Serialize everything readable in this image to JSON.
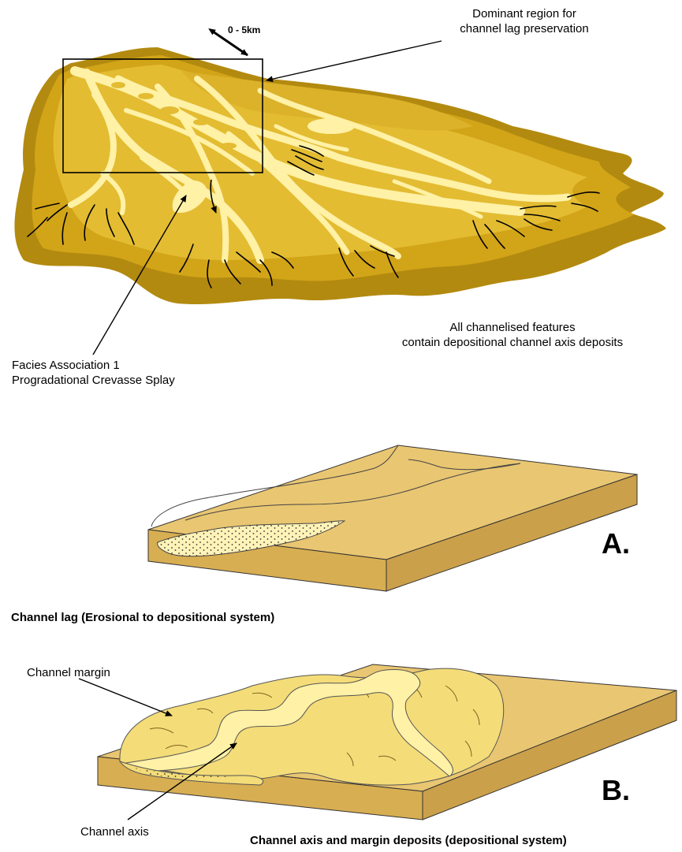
{
  "top_figure": {
    "scale_label": "0 - 5km",
    "box_label_line1": "Dominant region for",
    "box_label_line2": "channel lag preservation",
    "channel_label_line1": "All channelised features",
    "channel_label_line2": "contain depositional channel axis deposits",
    "facies_label_line1": "Facies Association 1",
    "facies_label_line2": "Progradational Crevasse Splay"
  },
  "block_a": {
    "letter": "A.",
    "caption": "Channel lag (Erosional to depositional system)"
  },
  "block_b": {
    "letter": "B.",
    "caption": "Channel axis and margin deposits (depositional system)",
    "margin_label": "Channel margin",
    "axis_label": "Channel axis"
  },
  "colors": {
    "splay_outer": "#b38a10",
    "splay_mid": "#d2a418",
    "splay_inner": "#e3bc32",
    "channel_fill": "#fff1a6",
    "block_top": "#e9c672",
    "block_side": "#d8ae52",
    "lag_fill": "#fff3b8",
    "margin_fill": "#f4dc78"
  }
}
